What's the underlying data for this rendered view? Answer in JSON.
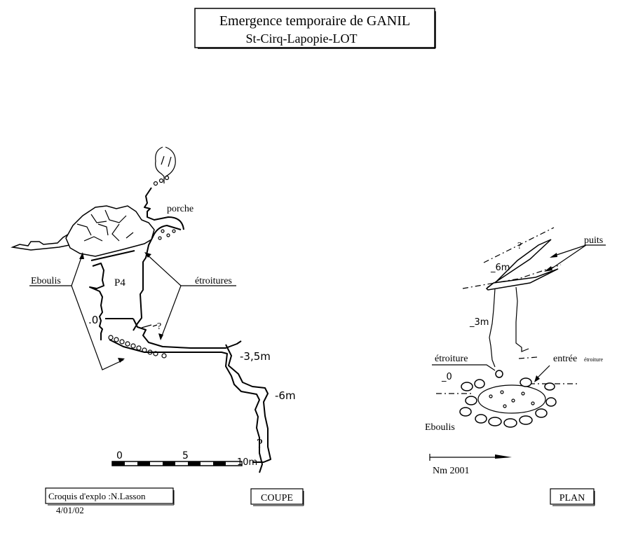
{
  "title": {
    "line1": "Emergence temporaire de GANIL",
    "line2": "St-Cirq-Lapopie-LOT"
  },
  "coupe": {
    "label": "COUPE",
    "labels": {
      "porche": "porche",
      "eboulis": "Eboulis",
      "p4": "P4",
      "etroitures": "étroitures",
      "zero": ".0",
      "depth_35": "-3,5m",
      "depth_6": "-6m",
      "question": "?"
    },
    "scale": {
      "ticks": [
        "0",
        "5",
        "10m"
      ]
    }
  },
  "plan": {
    "label": "PLAN",
    "labels": {
      "puits": "puits",
      "depth_6": "_6m",
      "depth_3": "_3m",
      "etroiture": "étroiture",
      "entree": "entrée",
      "entree_small": "étroiture",
      "zero": "_0",
      "eboulis": "Eboulis",
      "question": "?"
    },
    "north": "Nm 2001"
  },
  "credit": {
    "line1": "Croquis d'explo :N.Lasson",
    "line2": "4/01/02"
  }
}
